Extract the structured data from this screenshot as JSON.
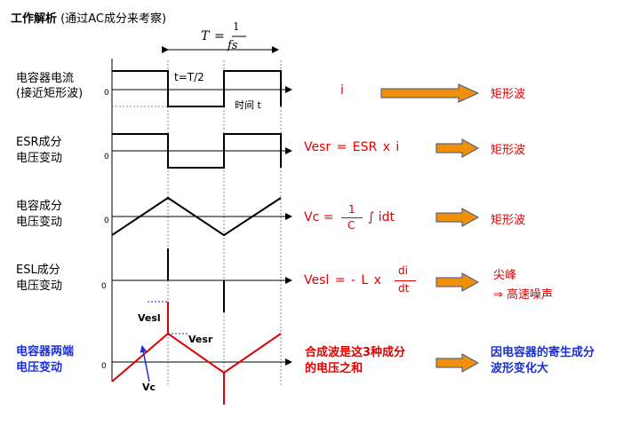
{
  "header": {
    "title_bold": "工作解析",
    "title_rest": "(通过AC成分来考察)"
  },
  "period": {
    "T": "T",
    "eq": "=",
    "num": "1",
    "den": "fs"
  },
  "labels": {
    "half_period": "t=T/2",
    "time": "时间 t",
    "zero": "0",
    "vesl_mark": "Vesl",
    "vesr_mark": "Vesr",
    "vc_mark": "Vc"
  },
  "rows": [
    {
      "name_line1": "电容器电流",
      "name_line2": "(接近矩形波)",
      "formula": "i",
      "result": "矩形波"
    },
    {
      "name_line1": "ESR成分",
      "name_line2": "电压变动",
      "formula": "Vesr = ESR x i",
      "result": "矩形波"
    },
    {
      "name_line1": "电容成分",
      "name_line2": "电压变动",
      "formula_prefix": "Vc =",
      "frac_num": "1",
      "frac_den": "C",
      "formula_suffix": "∫ idt",
      "result": "矩形波"
    },
    {
      "name_line1": "ESL成分",
      "name_line2": "电压变动",
      "formula_prefix": "Vesl = - L x",
      "frac_num": "di",
      "frac_den": "dt",
      "result_line1": "尖峰",
      "result_line2": "⇒ 高速噪声"
    },
    {
      "name_line1": "电容器两端",
      "name_line2": "电压变动",
      "formula_line1": "合成波是这3种成分",
      "formula_line2": "的电压之和",
      "result_line1": "因电容器的寄生成分",
      "result_line2": "波形变化大"
    }
  ],
  "colors": {
    "accent_red": "#e00000",
    "accent_blue": "#1a2fd6",
    "arrow_orange": "#f0900a",
    "arrow_outline": "#3a4f8a"
  }
}
